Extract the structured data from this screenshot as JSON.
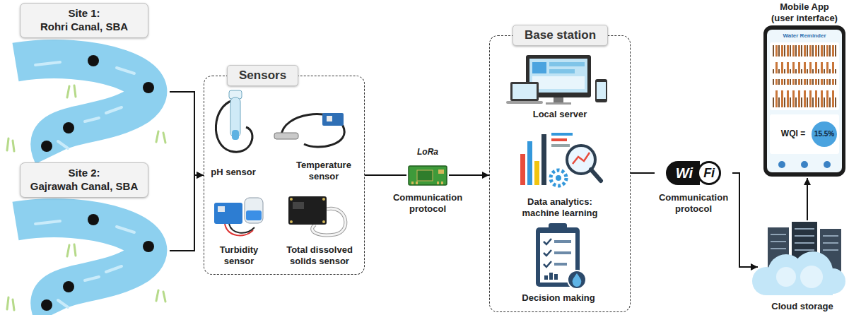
{
  "diagram": {
    "nodes": [
      {
        "text": [
          "Site 1: Rohri Canal, SBA"
        ]
      },
      {
        "text": [
          "Site 2: Gajrawah Canal, SBA"
        ]
      },
      {
        "text": [
          "Sensors"
        ]
      },
      {
        "text": [
          "LoRa",
          "Communication protocol"
        ]
      },
      {
        "text": [
          "Base station"
        ]
      },
      {
        "text": [
          "Wi",
          "Fi",
          "Communication protocol"
        ]
      },
      {
        "text": [
          "Cloud storage"
        ]
      },
      {
        "text": [
          "Mobile App (user interface)"
        ]
      }
    ],
    "edges": [
      {
        "from": 0,
        "to": 2,
        "arrow": "to"
      },
      {
        "from": 1,
        "to": 2,
        "arrow": "to"
      },
      {
        "from": 2,
        "to": 3,
        "arrow": "none"
      },
      {
        "from": 3,
        "to": 4,
        "arrow": "to"
      },
      {
        "from": 4,
        "to": 5,
        "arrow": "none"
      },
      {
        "from": 5,
        "to": 6,
        "arrow": "to"
      },
      {
        "from": 6,
        "to": 7,
        "arrow": "to"
      }
    ],
    "labels": [
      "pH sensor",
      "Temperature sensor",
      "Turbidity sensor",
      "Total dissolved solids sensor",
      "Local server",
      "Data analytics: machine learning",
      "Decision making",
      "Water Reminder",
      "WQI =",
      "15.5%"
    ]
  }
}
